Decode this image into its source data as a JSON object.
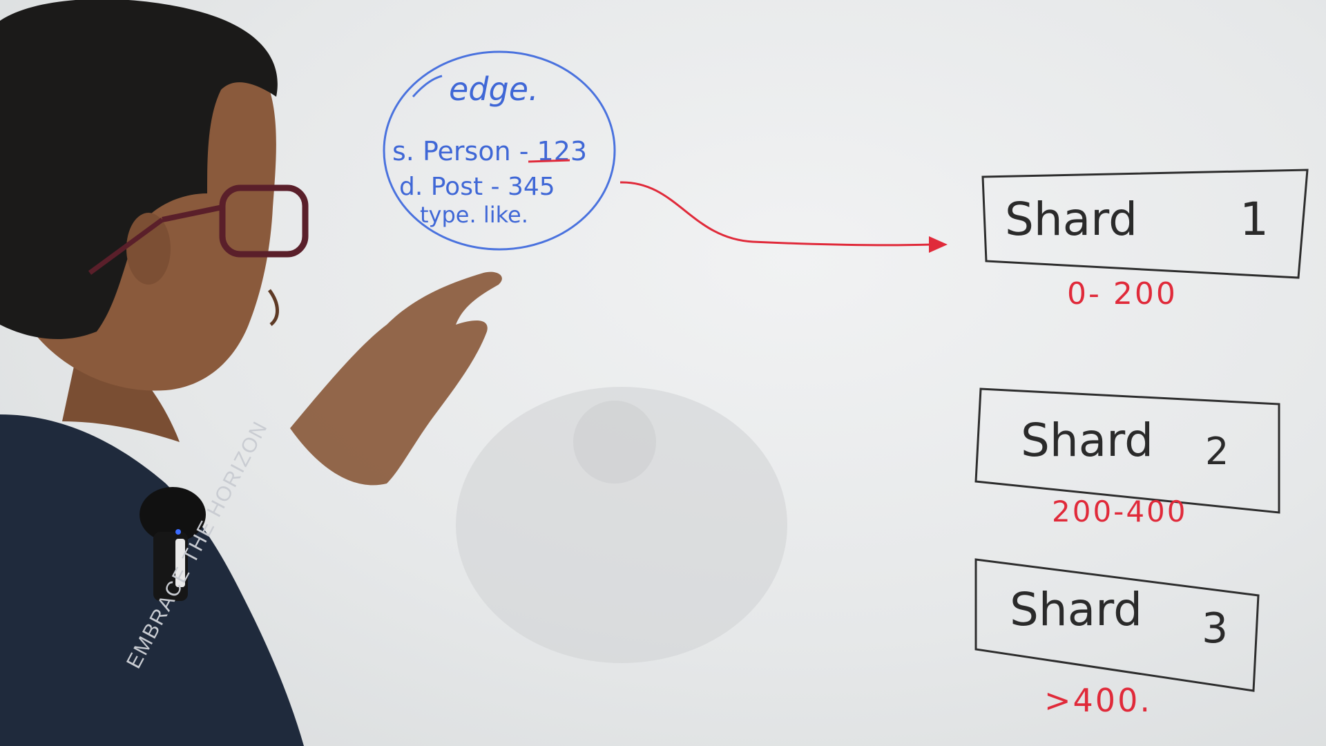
{
  "edge_bubble": {
    "title": "edge.",
    "line_source": "s. Person - 123",
    "line_destination": "d. Post - 345",
    "line_type": "type. like."
  },
  "shards": [
    {
      "label": "Shard",
      "number": "1",
      "range": "0- 200"
    },
    {
      "label": "Shard",
      "number": "2",
      "range": "200-400"
    },
    {
      "label": "Shard",
      "number": "3",
      "range": ">400."
    }
  ],
  "shirt_text": "EMBRACE THE HORIZON",
  "colors": {
    "board": "#eceeef",
    "marker_blue": "#3f67d6",
    "marker_red": "#e02a3a",
    "marker_black": "#2a2a2a",
    "shirt": "#1f2a3c",
    "skin": "#8a5a3c",
    "hair": "#1b1a19"
  }
}
